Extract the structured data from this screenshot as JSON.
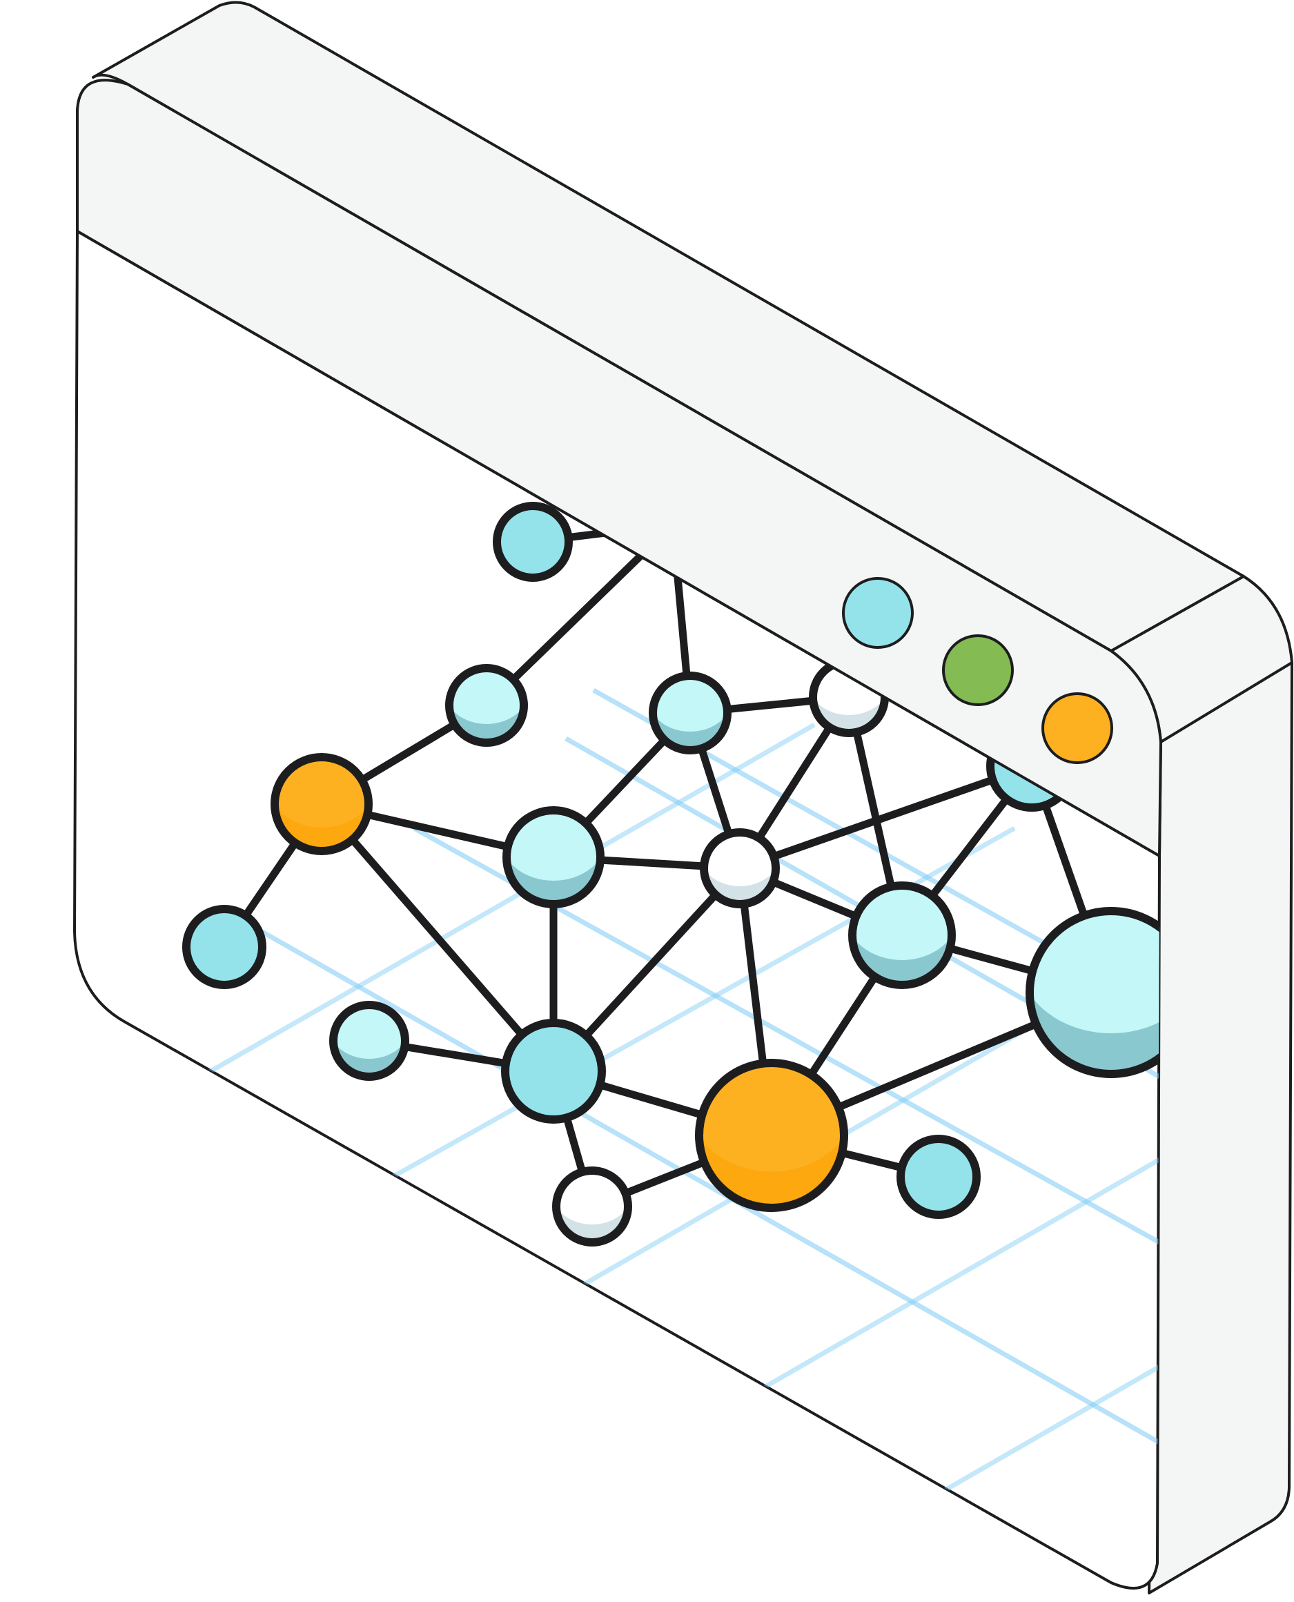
{
  "window": {
    "frame_color": "#1d1d1f",
    "chrome_color": "#f4f6f5",
    "screen_color": "#ffffff",
    "controls": [
      {
        "name": "window-control-blue",
        "color": "#94e3ea"
      },
      {
        "name": "window-control-green",
        "color": "#84bb52"
      },
      {
        "name": "window-control-orange",
        "color": "#fdb121"
      }
    ]
  },
  "palette": {
    "cyan": "#94e3ea",
    "cyan_light": "#c4f7f8",
    "cyan_shadow": "#8ac8cf",
    "orange": "#fdb121",
    "orange_shadow": "#fca80e",
    "white": "#ffffff",
    "white_shadow": "#d3e2e6",
    "edge": "#1d1d1f",
    "grid": "#7ccbf4"
  },
  "network": {
    "nodes": [
      {
        "id": "n1",
        "kind": "cyan"
      },
      {
        "id": "n2",
        "kind": "cyan"
      },
      {
        "id": "n3",
        "kind": "cyan-light"
      },
      {
        "id": "n4",
        "kind": "cyan-light"
      },
      {
        "id": "n5",
        "kind": "white"
      },
      {
        "id": "n6",
        "kind": "orange"
      },
      {
        "id": "n7",
        "kind": "cyan"
      },
      {
        "id": "n8",
        "kind": "cyan-light"
      },
      {
        "id": "n9",
        "kind": "white"
      },
      {
        "id": "n10",
        "kind": "cyan"
      },
      {
        "id": "n11",
        "kind": "cyan-light"
      },
      {
        "id": "n12",
        "kind": "cyan-light"
      },
      {
        "id": "n13",
        "kind": "cyan-light"
      },
      {
        "id": "n14",
        "kind": "cyan"
      },
      {
        "id": "n15",
        "kind": "orange"
      },
      {
        "id": "n16",
        "kind": "white"
      },
      {
        "id": "n17",
        "kind": "cyan"
      }
    ],
    "edges": [
      [
        "n1",
        "n2"
      ],
      [
        "n3",
        "n2"
      ],
      [
        "n3",
        "n6"
      ],
      [
        "n4",
        "n2"
      ],
      [
        "n4",
        "n5"
      ],
      [
        "n4",
        "n8"
      ],
      [
        "n4",
        "n9"
      ],
      [
        "n5",
        "n9"
      ],
      [
        "n5",
        "n12"
      ],
      [
        "n6",
        "n7"
      ],
      [
        "n6",
        "n8"
      ],
      [
        "n6",
        "n14"
      ],
      [
        "n8",
        "n9"
      ],
      [
        "n8",
        "n14"
      ],
      [
        "n9",
        "n10"
      ],
      [
        "n9",
        "n12"
      ],
      [
        "n9",
        "n14"
      ],
      [
        "n9",
        "n15"
      ],
      [
        "n10",
        "n12"
      ],
      [
        "n10",
        "n13"
      ],
      [
        "n12",
        "n13"
      ],
      [
        "n12",
        "n15"
      ],
      [
        "n13",
        "n15"
      ],
      [
        "n11",
        "n14"
      ],
      [
        "n14",
        "n15"
      ],
      [
        "n14",
        "n16"
      ],
      [
        "n16",
        "n15"
      ],
      [
        "n15",
        "n17"
      ]
    ]
  }
}
